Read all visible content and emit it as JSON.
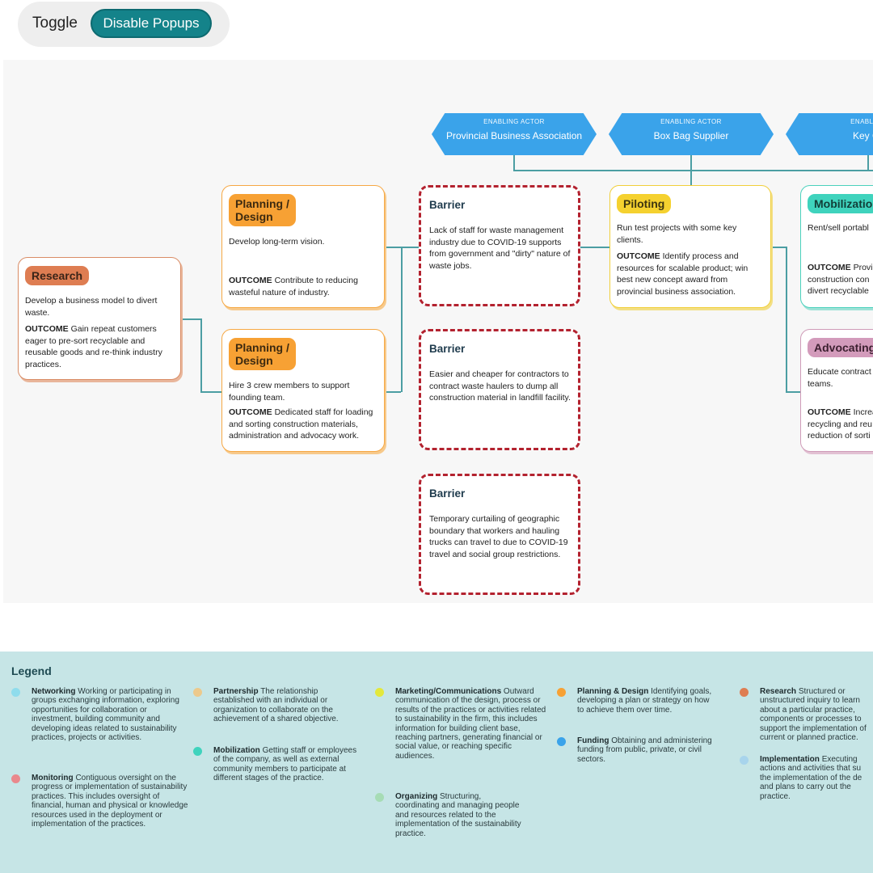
{
  "toggle": {
    "label": "Toggle",
    "button": "Disable Popups"
  },
  "actors": [
    {
      "tag": "ENABLING ACTOR",
      "name": "Provincial Business Association"
    },
    {
      "tag": "ENABLING ACTOR",
      "name": "Box Bag Supplier"
    },
    {
      "tag": "ENABLING",
      "name": "Key Cli"
    }
  ],
  "research": {
    "tag": "Research",
    "body": "Develop a business model to divert waste.",
    "outcome_label": "OUTCOME",
    "outcome": "Gain repeat customers eager to pre-sort recyclable and reusable goods and re-think industry practices."
  },
  "plan1": {
    "tag_line1": "Planning /",
    "tag_line2": "Design",
    "body": "Develop long-term vision.",
    "outcome_label": "OUTCOME",
    "outcome": "Contribute to reducing wasteful nature of industry."
  },
  "plan2": {
    "tag_line1": "Planning /",
    "tag_line2": "Design",
    "body": "Hire 3 crew members to support founding team.",
    "outcome_label": "OUTCOME",
    "outcome": "Dedicated staff for loading and sorting construction materials, administration and advocacy work."
  },
  "barriers": [
    {
      "title": "Barrier",
      "text": "Lack of staff for waste management industry due to COVID-19 supports from government and \"dirty\" nature of waste jobs."
    },
    {
      "title": "Barrier",
      "text": "Easier and cheaper for contractors to contract waste haulers to dump all construction material in landfill facility."
    },
    {
      "title": "Barrier",
      "text": "Temporary curtailing of geographic boundary that workers and hauling trucks can travel to due to COVID-19 travel and social group restrictions."
    }
  ],
  "piloting": {
    "tag": "Piloting",
    "body": "Run test projects with some key clients.",
    "outcome_label": "OUTCOME",
    "outcome": "Identify process and resources for scalable product; win best new concept award from provincial business association."
  },
  "mobilization": {
    "tag": "Mobilizatio",
    "body": "Rent/sell portabl",
    "outcome_label": "OUTCOME",
    "outcome_lines": [
      "Provid",
      "construction con",
      "divert recyclable"
    ]
  },
  "advocating": {
    "tag": "Advocating",
    "body_lines": [
      "Educate contract",
      "teams."
    ],
    "outcome_label": "OUTCOME",
    "outcome_lines": [
      "Increa",
      "recycling and reu",
      "reduction of sorti"
    ]
  },
  "legend": {
    "title": "Legend",
    "items": [
      {
        "term": "Networking",
        "desc": "Working or participating in groups exchanging information, exploring opportunities for collaboration or investment, building community and developing ideas related to sustainability practices, projects or activities.",
        "color": "#8fdcec"
      },
      {
        "term": "Monitoring",
        "desc": "Contiguous oversight on the progress or implementation of sustainability practices. This includes oversight of financial, human and physical or knowledge resources used in the deployment or implementation of the practices.",
        "color": "#e9888c"
      },
      {
        "term": "Partnership",
        "desc": "The relationship established with an individual or organization to collaborate on the achievement of a shared objective.",
        "color": "#ecc98c"
      },
      {
        "term": "Mobilization",
        "desc": "Getting staff or employees of the company, as well as external community members to participate at different stages of the practice.",
        "color": "#3fd3bd"
      },
      {
        "term": "Marketing/Communications",
        "desc": "Outward communication of the design, process or results of the practices or activities related to sustainability in the firm, this includes information for building client base, reaching partners, generating financial or social value, or reaching specific audiences.",
        "color": "#e3e83c"
      },
      {
        "term": "Organizing",
        "desc": "Structuring, coordinating and managing people and resources related to the implementation of the sustainability practice.",
        "color": "#a6dcb5"
      },
      {
        "term": "Planning & Design",
        "desc": "Identifying goals, developing a plan or strategy on how to achieve them over time.",
        "color": "#f7a134"
      },
      {
        "term": "Funding",
        "desc": "Obtaining and administering funding from public, private, or civil sectors.",
        "color": "#3aa3ea"
      },
      {
        "term": "Research",
        "desc": "Structured or unstructured inquiry to learn about a particular practice, components or processes to support the implementation of current or planned practice.",
        "color": "#de7d52"
      },
      {
        "term": "Implementation",
        "desc": "Executing actions and activities that su the implementation of the de and plans to carry out the practice.",
        "color": "#a8d4ec"
      }
    ]
  }
}
